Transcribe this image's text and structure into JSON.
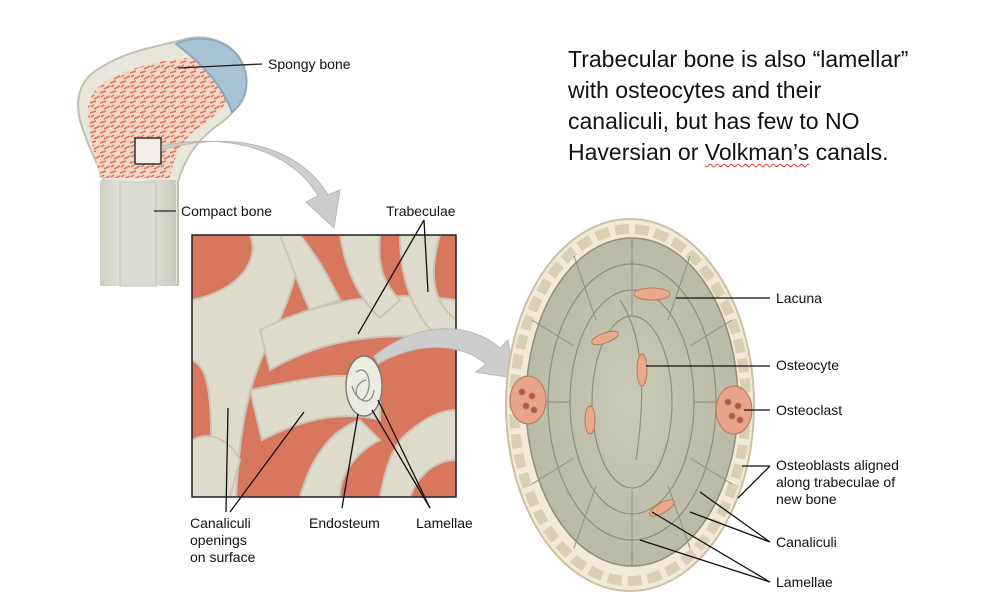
{
  "text_block": {
    "line1": "Trabecular bone is also “lamellar”",
    "line2": "with osteocytes and their",
    "line3": "canaliculi, but has few to NO",
    "line4_pre": "Haversian or ",
    "line4_marked": "Volkman’s",
    "line4_post": " canals."
  },
  "labels": {
    "spongy_bone": "Spongy bone",
    "compact_bone": "Compact bone",
    "trabeculae": "Trabeculae",
    "canaliculi_openings": "Canaliculi\nopenings\non surface",
    "endosteum": "Endosteum",
    "lamellae_left": "Lamellae",
    "lacuna": "Lacuna",
    "osteocyte": "Osteocyte",
    "osteoclast": "Osteoclast",
    "osteoblasts": "Osteoblasts aligned\nalong trabeculae of\nnew bone",
    "canaliculi": "Canaliculi",
    "lamellae_right": "Lamellae"
  },
  "colors": {
    "bone_fill": "#d9d6c8",
    "marrow_red": "#d9775e",
    "cartilage_blue": "#a9c3d6",
    "arrow_gray": "#c9c9c9",
    "cell_pink": "#e9b99c"
  }
}
